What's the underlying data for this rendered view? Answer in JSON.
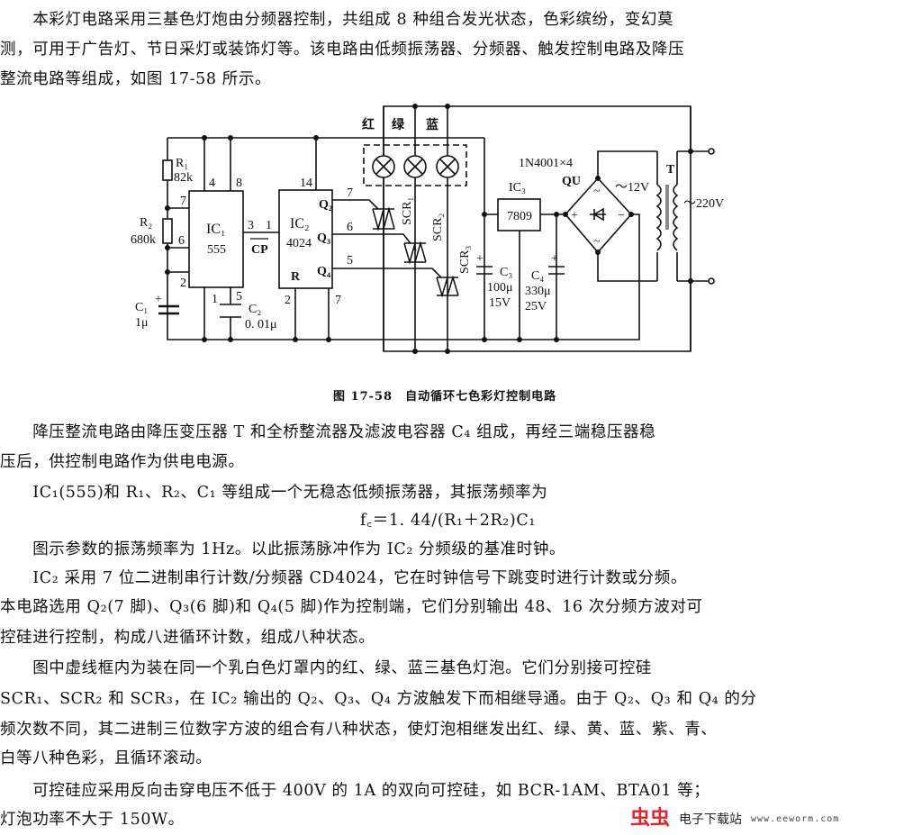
{
  "paragraphs": [
    "　　本彩灯电路采用三基色灯炮由分频器控制，共组成 8 种组合发光状态，色彩缤纷，变幻莫",
    "测，可用于广告灯、节日采灯或装饰灯等。该电路由低频振荡器、分频器、触发控制电路及降压",
    "整流电路等组成，如图 17-58 所示。",
    "　　降压整流电路由降压变压器 T 和全桥整流器及滤波电容器 C₄ 组成，再经三端稳压器稳",
    "压后，供控制电路作为供电电源。",
    "　　IC₁(555)和 R₁、R₂、C₁ 等组成一个无稳态低频振荡器，其振荡频率为",
    "f꜀＝1. 44/(R₁＋2R₂)C₁",
    "　　图示参数的振荡频率为 1Hz。以此振荡脉冲作为 IC₂ 分频级的基准时钟。",
    "　　IC₂ 采用 7 位二进制串行计数/分频器 CD4024，它在时钟信号下跳变时进行计数或分频。",
    "本电路选用 Q₂(7 脚)、Q₃(6 脚)和 Q₄(5 脚)作为控制端，它们分别输出 48、16 次分频方波对可",
    "控硅进行控制，构成八进循环计数，组成八种状态。",
    "　　图中虚线框内为装在同一个乳白色灯罩内的红、绿、蓝三基色灯泡。它们分别接可控硅",
    "SCR₁、SCR₂ 和 SCR₃，在 IC₂ 输出的 Q₂、Q₃、Q₄ 方波触发下而相继导通。由于 Q₂、Q₃ 和 Q₄ 的分",
    "频次数不同，其二进制三位数字方波的组合有八种状态，使灯泡相继发出红、绿、黄、蓝、紫、青、",
    "白等八种色彩，且循环滚动。",
    "　　可控硅应采用反向击穿电压不低于 400V 的 1A 的双向可控硅，如 BCR-1AM、BTA01 等；",
    "灯泡功率不大于 150W。"
  ],
  "figure": {
    "caption": "图 17-58　自动循环七色彩灯控制电路",
    "labels": {
      "red": "红",
      "green": "绿",
      "blue": "蓝",
      "r1": "R₁",
      "r1_val": "82k",
      "r2": "R₂",
      "r2_val": "680k",
      "c1": "C₁",
      "c1_val": "1μ",
      "c2": "C₂",
      "c2_val": "0. 01μ",
      "ic1": "IC₁",
      "ic1_part": "555",
      "ic2": "IC₂",
      "ic2_part": "4024",
      "cp": "CP",
      "reset": "R",
      "q2": "Q₂",
      "q3": "Q₃",
      "q4": "Q₄",
      "scr1": "SCR₁",
      "scr2": "SCR₂",
      "scr3": "SCR₃",
      "ic3": "IC₃",
      "ic3_part": "7809",
      "diodes": "1N4001×4",
      "bridge": "QU",
      "c3": "C₃",
      "c3_val": "100μ",
      "c3_v": "15V",
      "c4": "C₄",
      "c4_val": "330μ",
      "c4_v": "25V",
      "sec_v": "～12V",
      "pri_v": "～220V",
      "transformer": "T",
      "pin4": "4",
      "pin8": "8",
      "pin7a": "7",
      "pin6a": "6",
      "pin2a": "2",
      "pin1a": "1",
      "pin5a": "5",
      "pin3": "3",
      "pin1b": "1",
      "pin14": "14",
      "pin7b": "7",
      "pin6b": "6",
      "pin5b": "5",
      "pin2b": "2",
      "pin7c": "7",
      "plus": "+",
      "minus": "−",
      "ac": "~"
    }
  },
  "watermark": {
    "logo": "虫虫",
    "site": "电子下载站",
    "url": "www.eeworm.com"
  }
}
